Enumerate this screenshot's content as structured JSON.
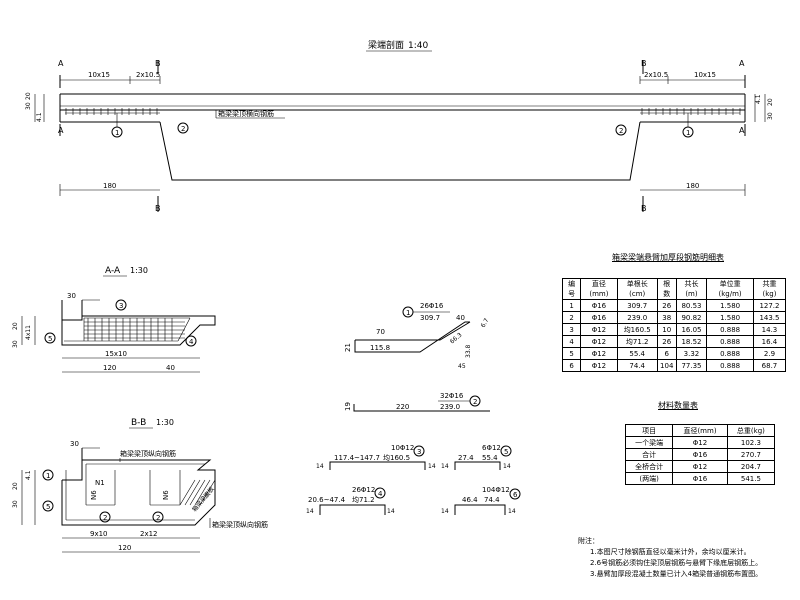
{
  "main_section": {
    "title": "梁端剖面",
    "scale": "1:40",
    "labels": {
      "A": "A",
      "B": "B",
      "left_dim_1": "10x15",
      "left_dim_2": "2x10.5",
      "right_dim_1": "2x10.5",
      "right_dim_2": "10x15",
      "bottom_left": "180",
      "bottom_right": "180",
      "height_30": "30",
      "height_20": "20",
      "height_41": "4.1",
      "slab_note": "箱梁梁顶横向钢筋",
      "circle_1": "1",
      "circle_2": "2"
    }
  },
  "section_aa": {
    "title": "A-A",
    "scale": "1:30",
    "dims": {
      "top": "30",
      "bottom1": "15x10",
      "bottom2": "120",
      "bottom3": "40",
      "left1": "20",
      "left2": "30",
      "left3": "4x11"
    },
    "circles": [
      "3",
      "4",
      "5"
    ]
  },
  "section_bb": {
    "title": "B-B",
    "scale": "1:30",
    "dims": {
      "top": "30",
      "bottom1": "9x10",
      "bottom2": "2x12",
      "bottom3": "120",
      "left1": "20",
      "left2": "30",
      "left3": "4.1"
    },
    "notes": {
      "top": "箱梁梁顶纵向钢筋",
      "bottom": "箱梁梁顶纵向钢筋",
      "n1": "N1",
      "n6": "N6",
      "web": "箱梁梁腹板"
    },
    "circles": [
      "1",
      "2",
      "5",
      "2"
    ]
  },
  "rebar_shapes": {
    "r1": {
      "id": "1",
      "label_top": "26Φ16",
      "label_bot": "309.7",
      "dims": [
        "70",
        "40",
        "21",
        "115.8",
        "66.3",
        "33.8",
        "45",
        "6.7"
      ]
    },
    "r2": {
      "id": "2",
      "label_top": "32Φ16",
      "label_bot": "239.0",
      "dims": [
        "19",
        "220"
      ]
    },
    "r3": {
      "id": "3",
      "label_top": "10Φ12",
      "label_bot": "均160.5",
      "dims": [
        "117.4~147.7",
        "14",
        "14"
      ]
    },
    "r4": {
      "id": "4",
      "label_top": "26Φ12",
      "label_bot": "均71.2",
      "dims": [
        "20.6~47.4",
        "14",
        "14"
      ]
    },
    "r5": {
      "id": "5",
      "label_top": "6Φ12",
      "label_bot": "55.4",
      "dims": [
        "27.4",
        "14",
        "14"
      ]
    },
    "r6": {
      "id": "6",
      "label_top": "104Φ12",
      "label_bot": "74.4",
      "dims": [
        "46.4",
        "14",
        "14"
      ]
    }
  },
  "spec_table": {
    "title": "箱梁梁端悬臂加厚段钢筋明细表",
    "headers": [
      "编号",
      "直径(mm)",
      "单根长(cm)",
      "根数",
      "共长(m)",
      "单位重(kg/m)",
      "共重(kg)"
    ],
    "rows": [
      [
        "1",
        "Φ16",
        "309.7",
        "26",
        "80.53",
        "1.580",
        "127.2"
      ],
      [
        "2",
        "Φ16",
        "239.0",
        "38",
        "90.82",
        "1.580",
        "143.5"
      ],
      [
        "3",
        "Φ12",
        "均160.5",
        "10",
        "16.05",
        "0.888",
        "14.3"
      ],
      [
        "4",
        "Φ12",
        "均71.2",
        "26",
        "18.52",
        "0.888",
        "16.4"
      ],
      [
        "5",
        "Φ12",
        "55.4",
        "6",
        "3.32",
        "0.888",
        "2.9"
      ],
      [
        "6",
        "Φ12",
        "74.4",
        "104",
        "77.35",
        "0.888",
        "68.7"
      ]
    ]
  },
  "material_table": {
    "title": "材料数量表",
    "headers": [
      "项目",
      "直径(mm)",
      "总重(kg)"
    ],
    "rows": [
      [
        "一个梁端",
        "Φ12",
        "102.3"
      ],
      [
        "合计",
        "Φ16",
        "270.7"
      ],
      [
        "全桥合计",
        "Φ12",
        "204.7"
      ],
      [
        "(两端)",
        "Φ16",
        "541.5"
      ]
    ]
  },
  "notes": {
    "title": "附注：",
    "items": [
      "1.本图尺寸除钢筋直径以毫米计外，余均以厘米计。",
      "2.6号钢筋必须钩住梁顶层钢筋与悬臂下缘底层钢筋上。",
      "3.悬臂加厚段混凝土数量已计入4箱梁普通钢筋布置图。"
    ]
  }
}
